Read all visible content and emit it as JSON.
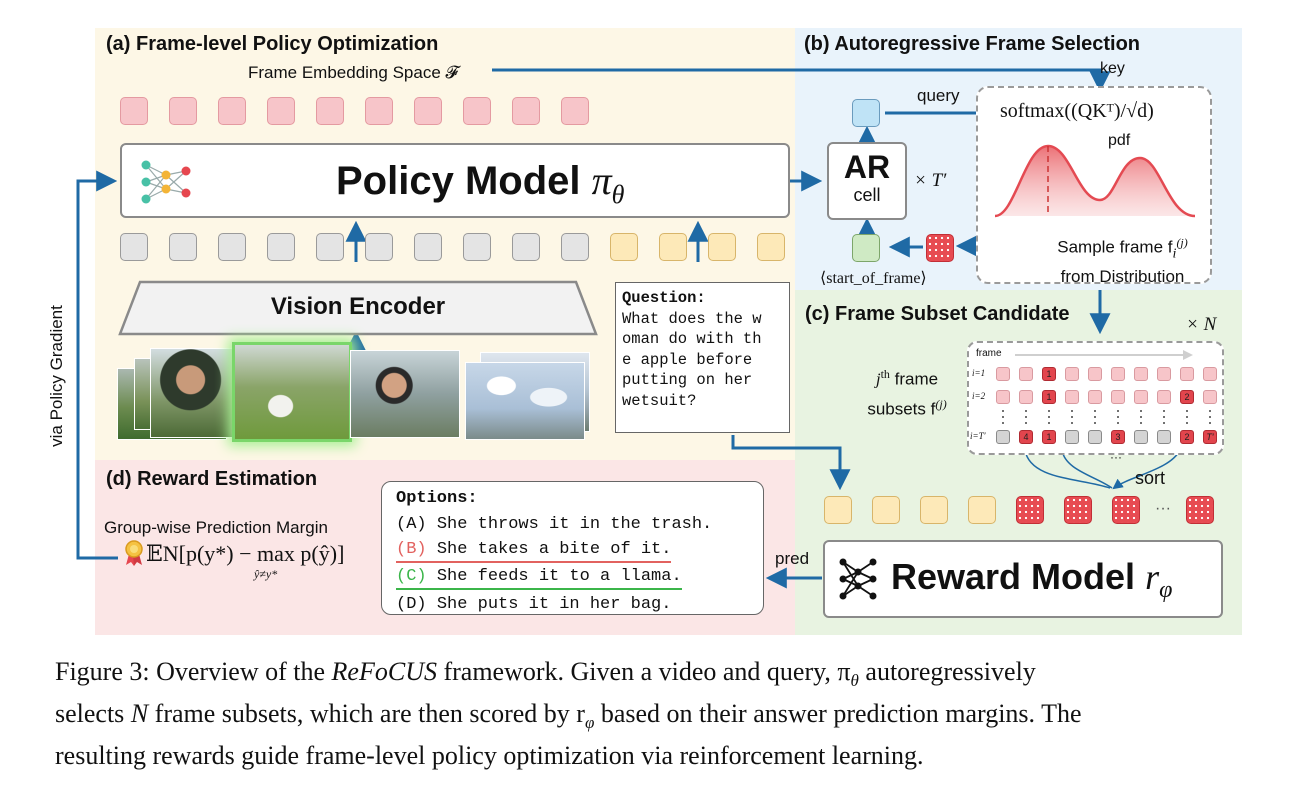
{
  "panels": {
    "a": {
      "title": "(a) Frame-level Policy Optimization",
      "embedding_label": "Frame Embedding Space 𝓕"
    },
    "b": {
      "title": "(b) Autoregressive Frame Selection"
    },
    "c": {
      "title": "(c) Frame Subset Candidate"
    },
    "d": {
      "title": "(d) Reward Estimation"
    }
  },
  "policy_model": {
    "label": "Policy Model",
    "symbol": "π",
    "subscript": "θ"
  },
  "vision_encoder": {
    "label": "Vision Encoder"
  },
  "ar_cell": {
    "big": "AR",
    "small": "cell",
    "repeat": "× T′"
  },
  "ar_labels": {
    "query": "query",
    "key": "key",
    "softmax": "softmax((QKᵀ)/√d)",
    "pdf": "pdf",
    "sample_line1": "Sample frame f",
    "sample_sub": "i",
    "sample_sup": "(j)",
    "sample_line2": "from Distribution",
    "start_of_frame": "⟨start_of_frame⟩"
  },
  "question": {
    "label": "Question:",
    "lines": [
      "What does the w",
      "oman do with th",
      "e apple before",
      "putting on her",
      "wetsuit?"
    ]
  },
  "subset": {
    "times_n": "× N",
    "desc_line1_pre": "j",
    "desc_line1_sup": "th",
    "desc_line1_post": " frame",
    "desc_line2_pre": "subsets f",
    "desc_line2_sup": "(j)",
    "frame_axis": "frame",
    "row_labels": [
      "i=1",
      "i=2",
      "i=T′"
    ],
    "row1": [
      "",
      "",
      "1",
      "",
      "",
      "",
      "",
      "",
      "",
      ""
    ],
    "row2": [
      "",
      "",
      "1",
      "",
      "",
      "",
      "",
      "",
      "2",
      ""
    ],
    "row3": [
      "",
      "4",
      "1",
      "",
      "",
      "3",
      "",
      "",
      "2",
      "T′"
    ],
    "sort": "sort",
    "ellipsis": "···"
  },
  "reward": {
    "title_label": "Group-wise Prediction Margin",
    "formula": "𝔼N[p(y*) − max p(ŷ)]",
    "formula_sub": "ŷ≠y*",
    "pred": "pred",
    "model_label": "Reward Model",
    "model_symbol": "r",
    "model_sub": "φ",
    "feed_ellipsis": "···"
  },
  "options": {
    "label": "Options:",
    "items": [
      {
        "letter": "(A)",
        "text": "She throws it in the trash."
      },
      {
        "letter": "(B)",
        "text": "She takes a bite of it."
      },
      {
        "letter": "(C)",
        "text": "She feeds it to a llama."
      },
      {
        "letter": "(D)",
        "text": "She puts it in her bag."
      }
    ]
  },
  "via_label": "via Policy Gradient",
  "caption": {
    "l1a": "Figure 3: Overview of the ",
    "l1b": "ReFoCUS",
    "l1c": " framework. Given a video and query, π",
    "l1sub": "θ",
    "l1d": " autoregressively",
    "l2a": "selects ",
    "l2b": "N",
    "l2c": " frame subsets, which are then scored by r",
    "l2sub": "φ",
    "l2d": " based on their answer prediction margins. The",
    "l3": "resulting rewards guide frame-level policy optimization via reinforcement learning."
  },
  "colors": {
    "panel_a": "#fdf7e6",
    "panel_b": "#e9f3fb",
    "panel_c": "#e8f3e1",
    "panel_d": "#fbe6e6",
    "arrow": "#1f6aa5",
    "correct": "#3bb54a",
    "wrong": "#e2625f"
  }
}
